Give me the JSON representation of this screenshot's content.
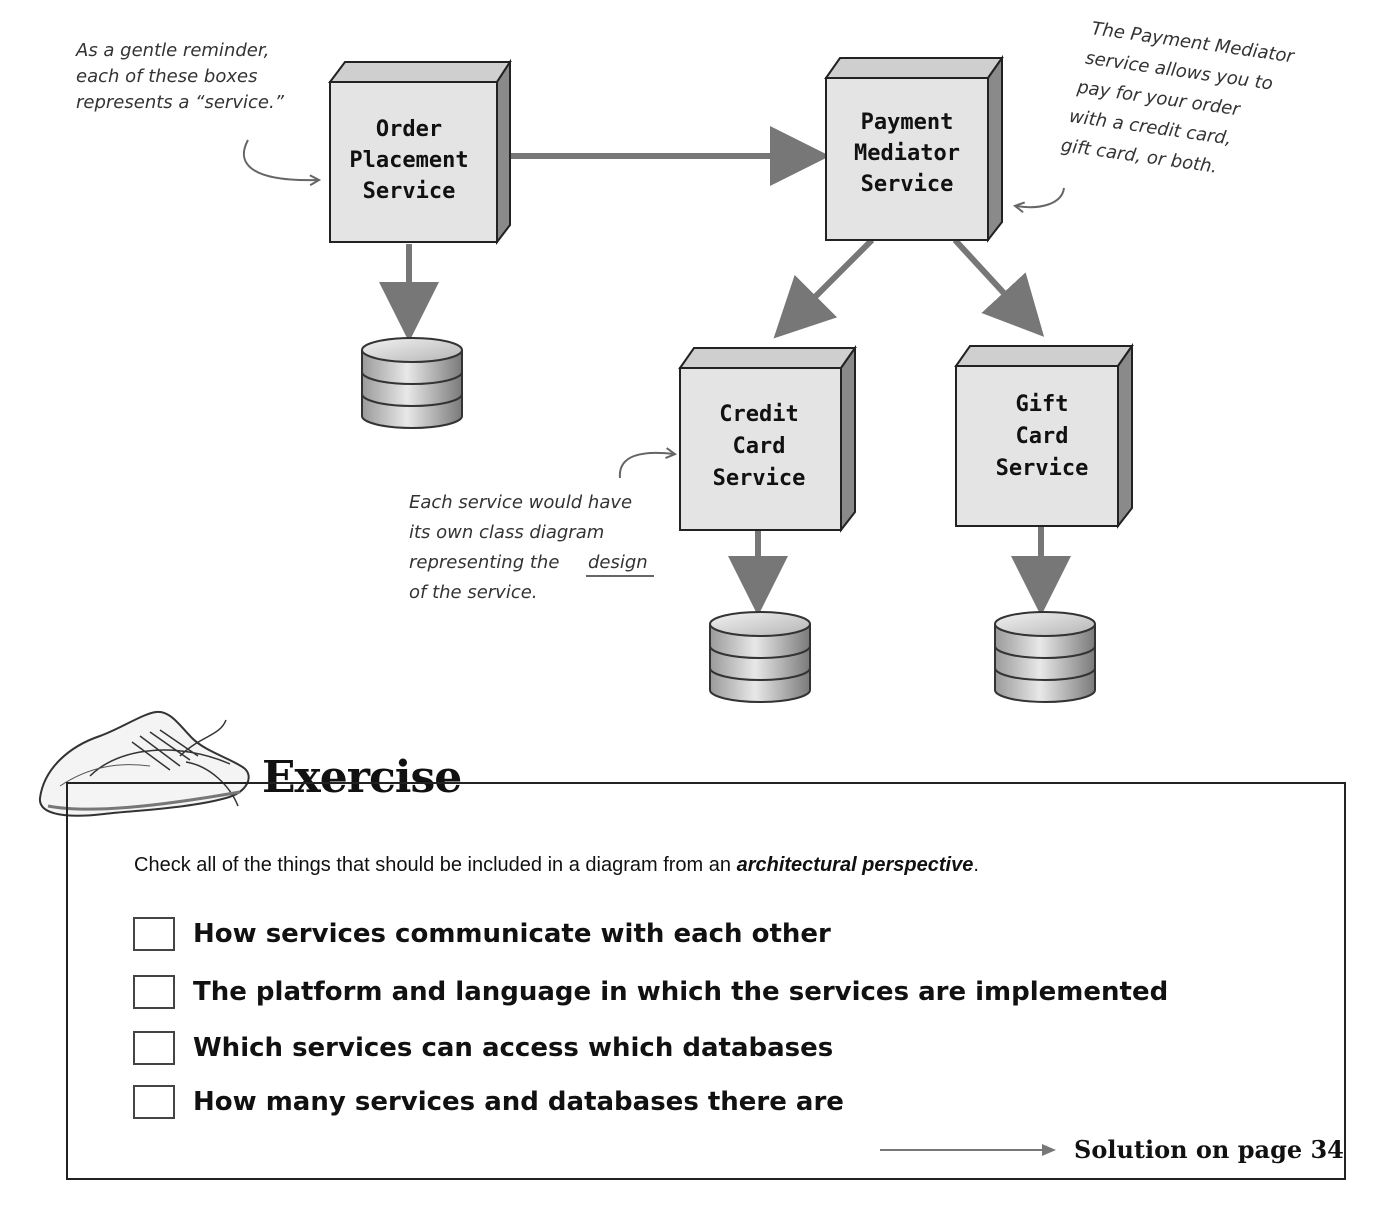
{
  "services": {
    "order": [
      "Order",
      "Placement",
      "Service"
    ],
    "payment": [
      "Payment",
      "Mediator",
      "Service"
    ],
    "credit": [
      "Credit",
      "Card",
      "Service"
    ],
    "gift": [
      "Gift",
      "Card",
      "Service"
    ]
  },
  "notes": {
    "reminder": [
      "As a gentle reminder,",
      "each of these boxes",
      "represents a “service.”"
    ],
    "payment": [
      "The Payment Mediator",
      "service allows you to",
      "pay for your order",
      "with a credit card,",
      "gift card, or both."
    ],
    "design_lines": [
      "Each service would have",
      "its own class diagram",
      "representing the"
    ],
    "design_word": "design",
    "design_end": "of the service."
  },
  "exercise": {
    "title": "Exercise",
    "instruction_pre": "Check all of the things that should be included in a diagram from an ",
    "instruction_em": "architectural perspective",
    "instruction_post": ".",
    "options": [
      "How services communicate with each other",
      "The platform and language in which the services are implemented",
      "Which services can access which databases",
      "How many services and databases there are"
    ],
    "solution": "Solution on page 34"
  }
}
